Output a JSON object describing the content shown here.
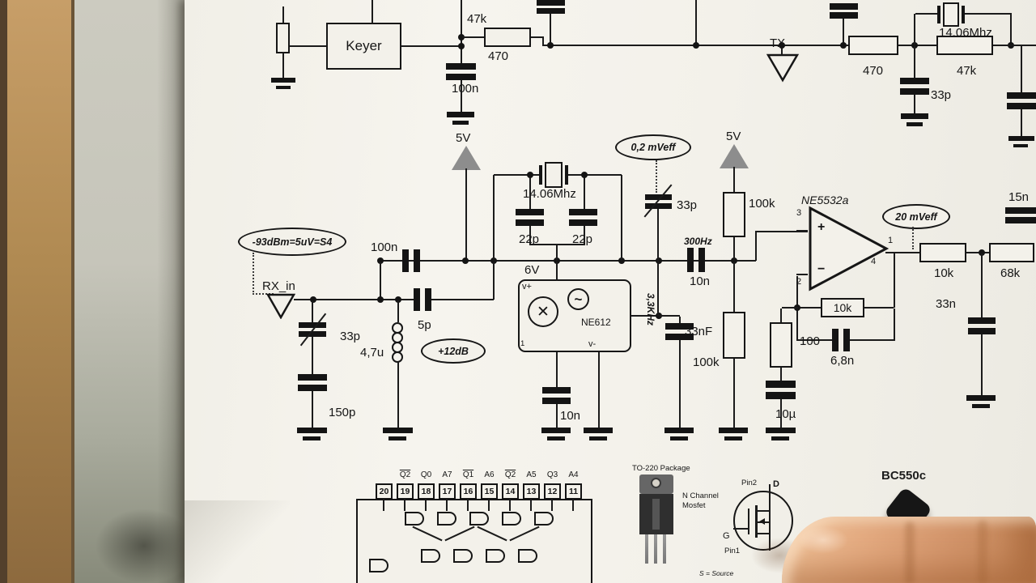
{
  "schematic": {
    "top": {
      "keyer": "Keyer",
      "r47k": "47k",
      "r470": "470",
      "c100n": "100n",
      "tx": "TX",
      "xtal": "14.06Mhz",
      "r470b": "470",
      "r47kb": "47k",
      "c33p": "33p"
    },
    "mid": {
      "v5a": "5V",
      "v5b": "5V",
      "oval_meff02": "0,2 mVeff",
      "oval_meff20": "20 mVeff",
      "oval_s4": "-93dBm=5uV=S4",
      "oval_gain": "+12dB",
      "xtal": "14.06Mhz",
      "c22pa": "22p",
      "c22pb": "22p",
      "c33p_var": "33p",
      "r100k_a": "100k",
      "opamp": "NE5532a",
      "plus": "+",
      "minus": "−",
      "pin3": "3",
      "pin2": "2",
      "pin1": "1",
      "pin4": "4",
      "c15n": "15n",
      "hp300": "300Hz",
      "c10n_a": "10n",
      "c100n_b": "100n",
      "v6": "6V",
      "rx_in": "RX_in",
      "c33p_b": "33p",
      "l4u7": "4,7u",
      "c5p": "5p",
      "c150p": "150p",
      "mixer": "NE612",
      "mixer_x": "✕",
      "sine": "~",
      "vplus": "v+",
      "vminus": "v-",
      "mixpin1": "1",
      "lp33": "3,3KHz",
      "c33nf": "33nF",
      "r100k_b": "100k",
      "r100": "100",
      "r10k_fb": "10k",
      "c6n8": "6,8n",
      "c10u": "10µ",
      "c10n_b": "10n",
      "r10k_out": "10k",
      "c33n": "33n",
      "r68k": "68k"
    },
    "bottom": {
      "ic_pins": [
        "20",
        "19",
        "18",
        "17",
        "16",
        "15",
        "14",
        "13",
        "12",
        "11"
      ],
      "ic_labels": [
        "Q2",
        "Q0",
        "A7",
        "Q1",
        "A6",
        "Q2",
        "A5",
        "Q3",
        "A4"
      ],
      "to220": "TO-220 Package",
      "mosfet1": "N Channel",
      "mosfet2": "Mosfet",
      "pin2_d": "Pin2",
      "d": "D",
      "g": "G",
      "pin1_s": "Pin1",
      "source": "S = Source",
      "bc550c": "BC550c"
    }
  }
}
